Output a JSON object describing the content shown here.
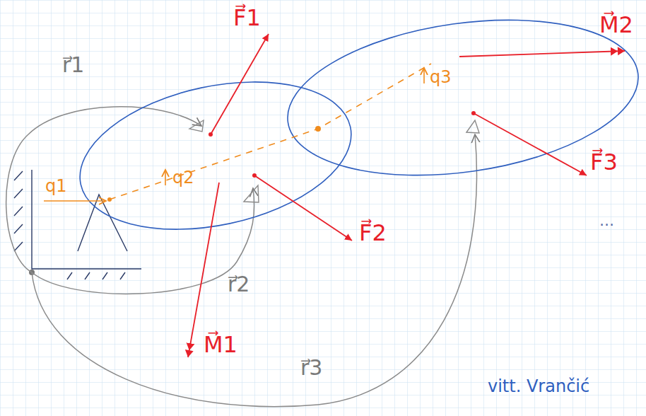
{
  "diagram": {
    "labels": [
      "F⃗1",
      "F⃗2",
      "F⃗3",
      "M⃗1",
      "M⃗2",
      "r⃗1",
      "r⃗2",
      "r⃗3",
      "q1",
      "q2",
      "q3",
      "...",
      "vitt. Vrančić"
    ]
  }
}
